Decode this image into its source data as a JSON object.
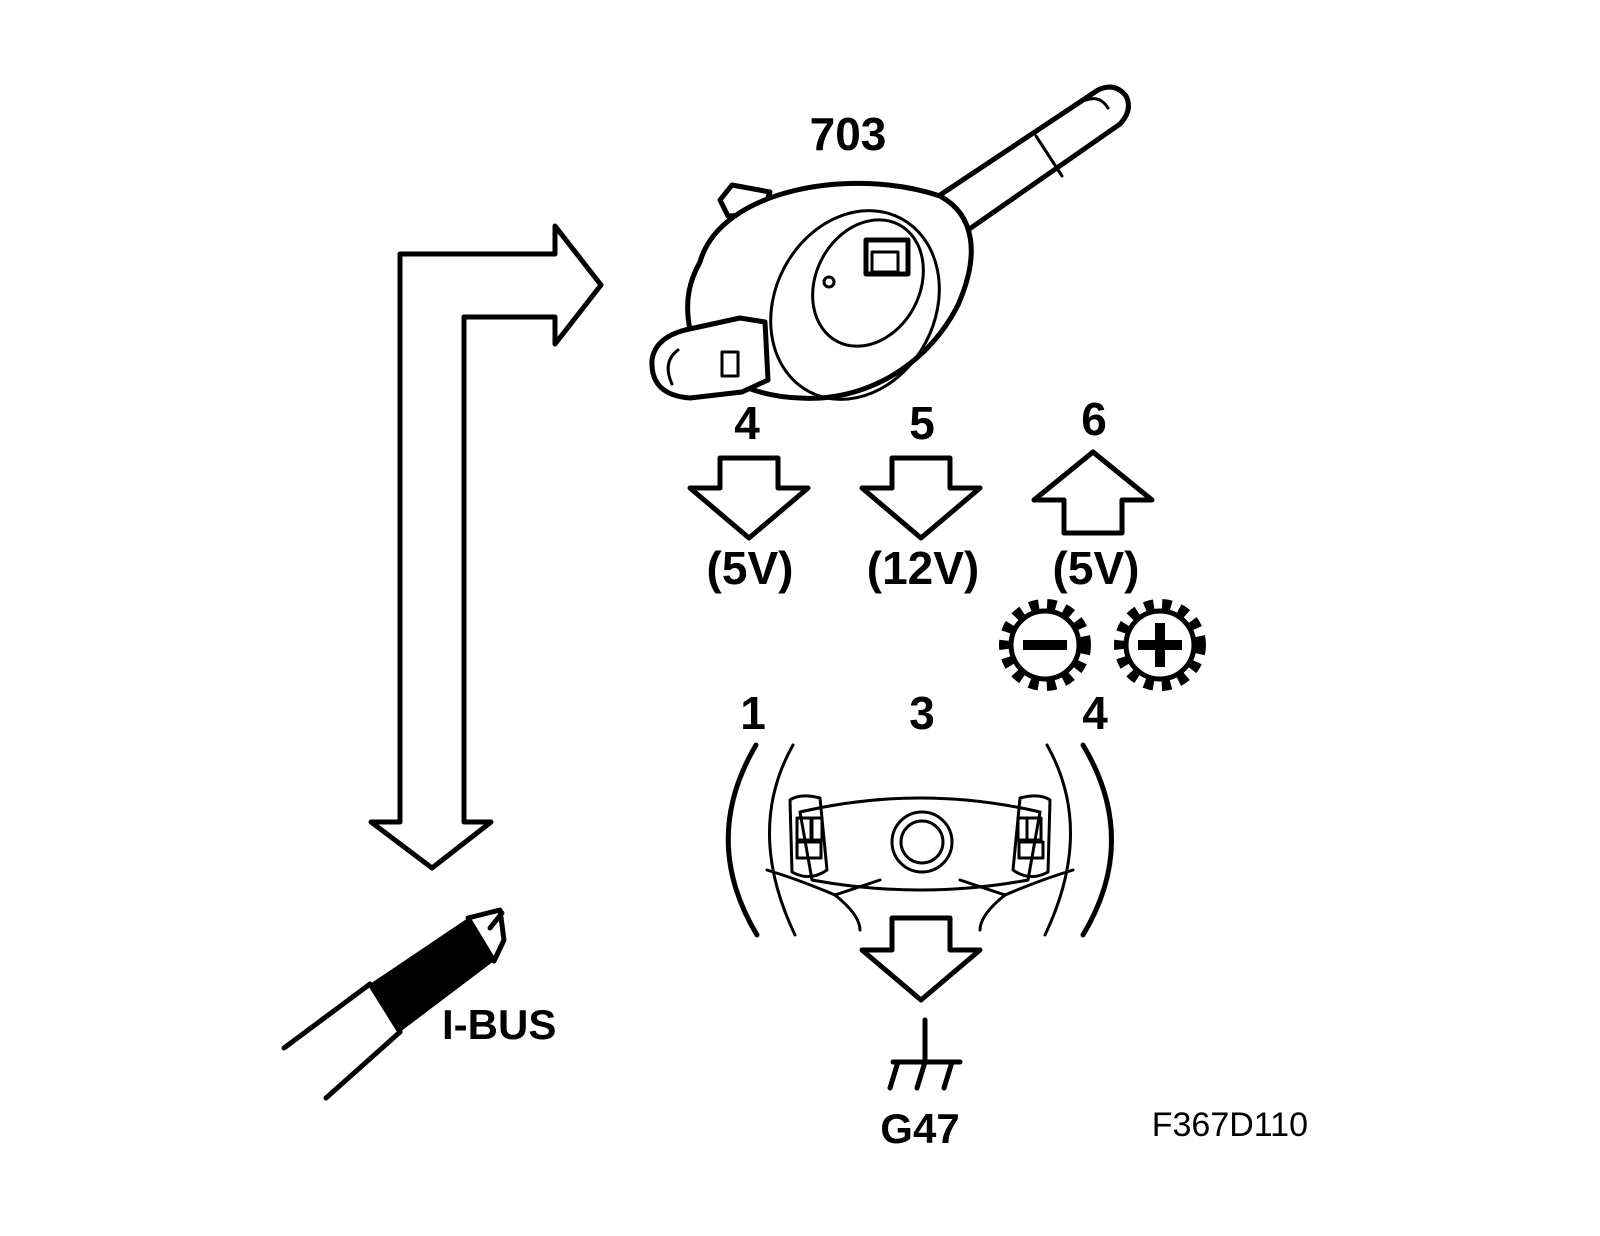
{
  "labels": {
    "component": "703",
    "pin_4": "4",
    "pin_5": "5",
    "pin_6": "6",
    "voltage_4": "(5V)",
    "voltage_5": "(12V)",
    "voltage_6": "(5V)",
    "wheel_pin_1": "1",
    "wheel_pin_3": "3",
    "wheel_pin_4": "4",
    "bus": "I-BUS",
    "ground": "G47",
    "figure_code": "F367D110"
  },
  "icons": {
    "minus_gear": "minus-gear-icon",
    "plus_gear": "plus-gear-icon",
    "ground_symbol": "ground-icon",
    "cable": "cable-icon"
  },
  "colors": {
    "ink": "#000000",
    "paper": "#ffffff"
  }
}
